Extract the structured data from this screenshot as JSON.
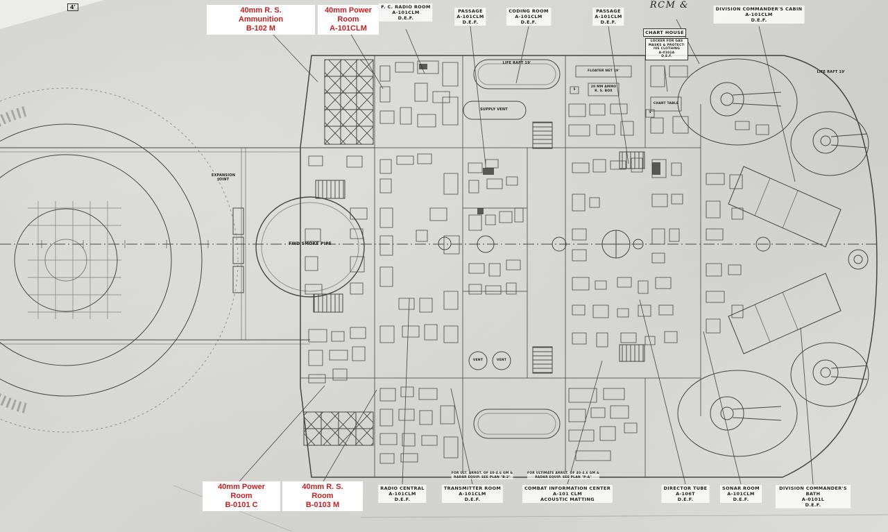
{
  "page": {
    "scale_note": "4'"
  },
  "colors": {
    "annotation_red": "#c41f1f",
    "ink": "#2b2b25",
    "paper": "#d3d3cf"
  },
  "red_annotations": [
    {
      "text": "40mm R. S.\nAmmunition\nB-102 M"
    },
    {
      "text": "40mm Power\nRoom\nA-101CLM"
    },
    {
      "text": "40mm Power\nRoom\nB-0101 C"
    },
    {
      "text": "40mm R. S.\nRoom\nB-0103 M"
    }
  ],
  "top_labels": [
    {
      "text": "F. C. RADIO ROOM\nA-101CLM\nD.E.F."
    },
    {
      "text": "PASSAGE\nA-101CLM\nD.E.F."
    },
    {
      "text": "CODING ROOM\nA-101CLM\nD.E.F."
    },
    {
      "text": "PASSAGE\nA-101CLM\nD.E.F."
    },
    {
      "text": "RCM &"
    },
    {
      "text": "CHART HOUSE"
    },
    {
      "text": "DIVISION COMMANDER'S CABIN\nA-101CLM\nD.E.F."
    }
  ],
  "bottom_labels": [
    {
      "text": "RADIO CENTRAL\nA-101CLM\nD.E.F."
    },
    {
      "text": "TRANSMITTER ROOM\nA-101CLM\nD.E.F."
    },
    {
      "text": "COMBAT INFORMATION CENTER\nA-101 CLM\nACOUSTIC MATTING"
    },
    {
      "text": "DIRECTOR TUBE\nA-106T\nD.E.F."
    },
    {
      "text": "SONAR ROOM\nA-101CLM\nD.E.F."
    },
    {
      "text": "DIVISION COMMANDER'S BATH\nA-0101L\nD.E.F."
    }
  ],
  "notes": [
    {
      "text": "FOR ULT. ARRGT. OF 40-4.6 GM &\nRADAR EQUIP.  SEE PLAN \"B-2\""
    },
    {
      "text": "FOR ULTIMATE ARRGT. OF 40-4.6 GM &\nRADAR EQUIP.  SEE PLAN \"P-A\""
    }
  ],
  "diagram_texts": [
    {
      "text": "EXPANSION\nJOINT"
    },
    {
      "text": "FWD SMOKE PIPE"
    },
    {
      "text": "SUPPLY VENT"
    },
    {
      "text": "LIFE RAFT 19'"
    },
    {
      "text": "LIFE RAFT 19'"
    },
    {
      "text": "FLOATER NET 19'"
    },
    {
      "text": "20 MM AMMO\nR. S. BOX"
    },
    {
      "text": "VENT"
    },
    {
      "text": "VENT"
    },
    {
      "text": "CHART TABLE"
    },
    {
      "text": "LOCKER FOR GAS\nMASKS & PROTECT-\nIVE CLOTHING\nA-0101A\nD.E.F."
    },
    {
      "text": "5"
    },
    {
      "text": "5"
    }
  ]
}
